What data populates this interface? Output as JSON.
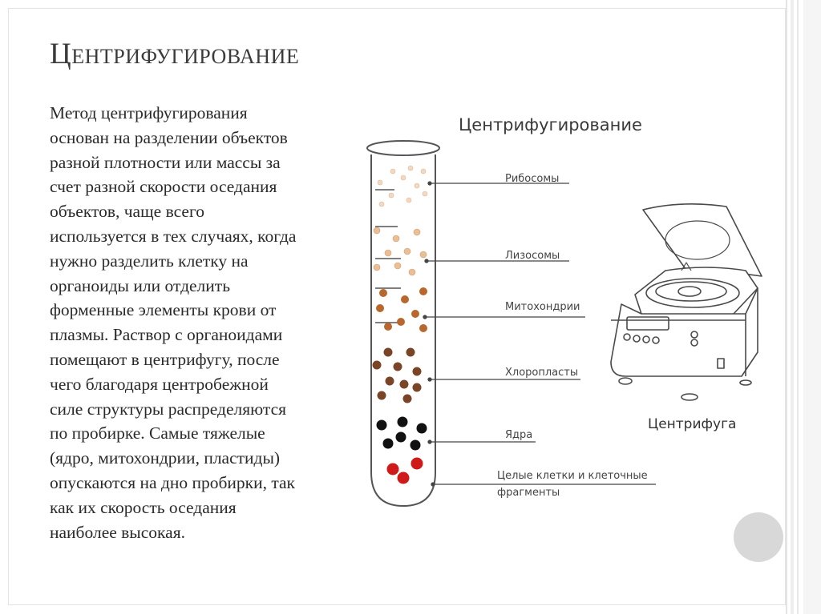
{
  "slide": {
    "title": "Центрифугирование",
    "body_lines": [
      "Метод центрифугирования",
      "основан на разделении объектов",
      "разной плотности или массы за",
      "счет разной скорости оседания",
      "объектов,  чаще всего",
      "используется в тех случаях, когда",
      "нужно разделить клетку на",
      "органоиды или отделить",
      "форменные элементы крови от",
      "плазмы. Раствор с органоидами",
      "помещают в центрифугу, после",
      "чего благодаря центробежной",
      "силе структуры распределяются",
      "по пробирке. Самые тяжелые",
      "(ядро, митохондрии, пластиды)",
      "опускаются на дно пробирки, так",
      "как их скорость оседания",
      "наиболее высокая."
    ]
  },
  "diagram": {
    "title": "Центрифугирование",
    "labels": {
      "ribosomes": "Рибосомы",
      "lysosomes": "Лизосомы",
      "mitochondria": "Митохондрии",
      "chloroplasts": "Хлоропласты",
      "nuclei": "Ядра",
      "cells_line1": "Целые клетки и клеточные",
      "cells_line2": "фрагменты"
    },
    "centrifuge_caption": "Центрифуга",
    "colors": {
      "ribosomes": "#f3d9c1",
      "lysosomes": "#e9bf97",
      "mitochondria": "#b8672d",
      "chloroplasts": "#7a4526",
      "nuclei": "#111111",
      "cells": "#d01a1a"
    }
  }
}
